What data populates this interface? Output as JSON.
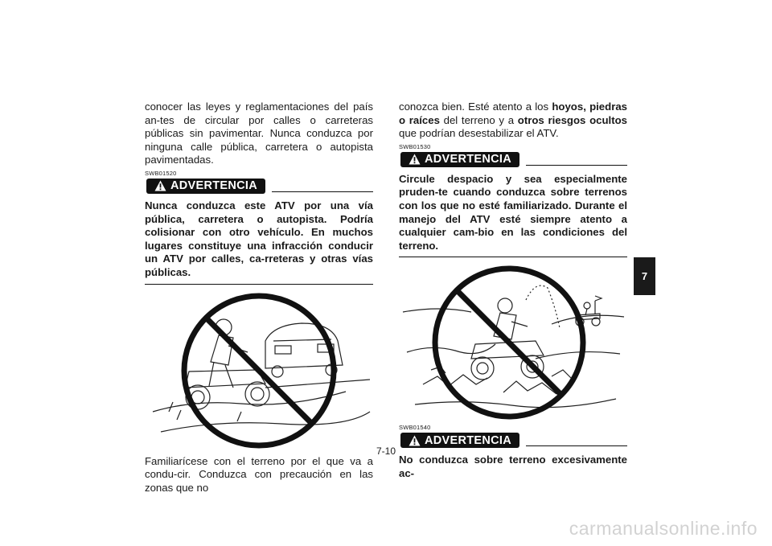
{
  "left": {
    "intro": "conocer las leyes y reglamentaciones del país an-tes de circular por calles o carreteras públicas sin pavimentar. Nunca conduzca por ninguna calle pública, carretera o autopista pavimentadas.",
    "warning1": {
      "code": "SWB01520",
      "label": "ADVERTENCIA",
      "text": "Nunca conduzca este ATV por una vía pública, carretera o autopista. Podría colisionar con otro vehículo. En muchos lugares constituye una infracción conducir un ATV por calles, ca-rreteras y otras vías públicas."
    },
    "after": "Familiarícese con el terreno por el que va a condu-cir. Conduzca con precaución en las zonas que no"
  },
  "right": {
    "intro": {
      "part1": "conozca bien. Esté atento a los ",
      "bold1": "hoyos, piedras o raíces",
      "part2": " del terreno y a ",
      "bold2": "otros riesgos ocultos",
      "part3": " que podrían desestabilizar el ATV."
    },
    "warning2": {
      "code": "SWB01530",
      "label": "ADVERTENCIA",
      "text": "Circule despacio y sea especialmente pruden-te cuando conduzca sobre terrenos con los que no esté familiarizado. Durante el manejo del ATV esté siempre atento a cualquier cam-bio en las condiciones del terreno."
    },
    "warning3": {
      "code": "SWB01540",
      "label": "ADVERTENCIA",
      "text": "No conduzca sobre terreno excesivamente ac-"
    }
  },
  "chapter_tab": "7",
  "page_number": "7-10",
  "watermark": "carmanualsonline.info",
  "icons": {
    "warning": "warning-triangle-icon",
    "illustration1": "no-atv-on-public-road-illustration",
    "illustration2": "no-atv-on-rough-terrain-illustration"
  }
}
